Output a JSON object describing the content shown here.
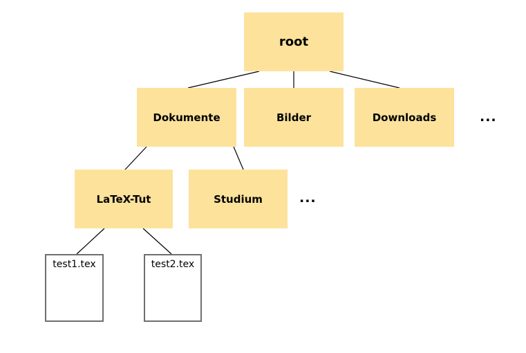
{
  "nodes": {
    "root": "root",
    "dokumente": "Dokumente",
    "bilder": "Bilder",
    "downloads": "Downloads",
    "latex_tut": "LaTeX-Tut",
    "studium": "Studium",
    "test1": "test1.tex",
    "test2": "test2.tex"
  },
  "ellipsis": {
    "level2": "...",
    "level3": "..."
  },
  "colors": {
    "folder_fill": "#FCE29B",
    "file_border": "#6E6E6E",
    "edge": "#000000"
  }
}
